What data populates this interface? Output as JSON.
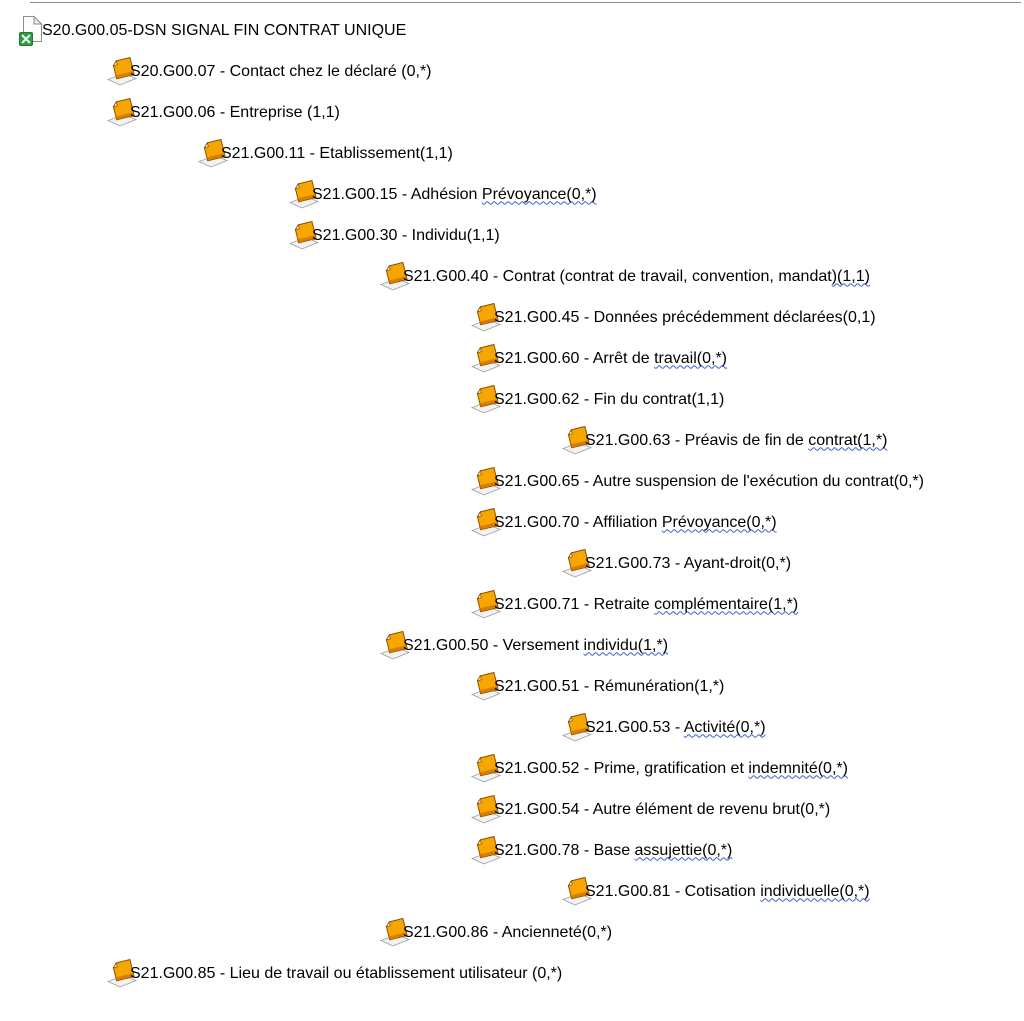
{
  "colors": {
    "rule": "#8c8c8c",
    "squiggle": "#3a5fcd",
    "tag_fill": "#f7a600",
    "tag_fill_dark": "#d97e00",
    "tag_edge": "#8a5200",
    "doc_green": "#2f9e44"
  },
  "tree": {
    "root": {
      "label": "S20.G00.05-DSN SIGNAL FIN CONTRAT UNIQUE",
      "icon": "excel-document-icon"
    },
    "item_icon": "orange-tag-icon",
    "items": [
      {
        "level": 1,
        "text": "S20.G00.07 - Contact chez le déclaré (0,*)"
      },
      {
        "level": 1,
        "text": "S21.G00.06 - Entreprise (1,1)"
      },
      {
        "level": 2,
        "text": "S21.G00.11 - Etablissement(1,1)"
      },
      {
        "level": 3,
        "text": "S21.G00.15 - Adhésion Prévoyance(0,*)",
        "squiggle": "Prévoyance(0,*)"
      },
      {
        "level": 3,
        "text": "S21.G00.30 - Individu(1,1)"
      },
      {
        "level": 4,
        "text": "S21.G00.40 - Contrat (contrat de travail, convention, mandat)(1,1)",
        "squiggle": ")(1,1)"
      },
      {
        "level": 5,
        "text": "S21.G00.45 - Données précédemment déclarées(0,1)"
      },
      {
        "level": 5,
        "text": "S21.G00.60 - Arrêt de travail(0,*)",
        "squiggle": "travail(0,*)"
      },
      {
        "level": 5,
        "text": "S21.G00.62 - Fin du contrat(1,1)"
      },
      {
        "level": 6,
        "text": "S21.G00.63 - Préavis de fin de contrat(1,*)",
        "squiggle": "contrat(1,*)"
      },
      {
        "level": 5,
        "text": "S21.G00.65 - Autre suspension de l'exécution du contrat(0,*)"
      },
      {
        "level": 5,
        "text": "S21.G00.70 - Affiliation Prévoyance(0,*)",
        "squiggle": "Prévoyance(0,*)"
      },
      {
        "level": 6,
        "text": "S21.G00.73 - Ayant-droit(0,*)"
      },
      {
        "level": 5,
        "text": "S21.G00.71 - Retraite complémentaire(1,*)",
        "squiggle": "complémentaire(1,*)"
      },
      {
        "level": 4,
        "text": "S21.G00.50 - Versement individu(1,*)",
        "squiggle": "individu(1,*)"
      },
      {
        "level": 5,
        "text": "S21.G00.51 - Rémunération(1,*)"
      },
      {
        "level": 6,
        "text": "S21.G00.53 - Activité(0,*)",
        "squiggle": "Activité(0,*)"
      },
      {
        "level": 5,
        "text": "S21.G00.52 - Prime, gratification et indemnité(0,*)",
        "squiggle": "indemnité(0,*)"
      },
      {
        "level": 5,
        "text": "S21.G00.54 - Autre élément de revenu brut(0,*)"
      },
      {
        "level": 5,
        "text": "S21.G00.78 - Base assujettie(0,*)",
        "squiggle": "assujettie(0,*)"
      },
      {
        "level": 6,
        "text": "S21.G00.81 - Cotisation individuelle(0,*)",
        "squiggle": "individuelle(0,*)"
      },
      {
        "level": 4,
        "text": "S21.G00.86 - Ancienneté(0,*)"
      },
      {
        "level": 1,
        "text": "S21.G00.85 - Lieu de travail ou établissement utilisateur (0,*)"
      }
    ]
  }
}
